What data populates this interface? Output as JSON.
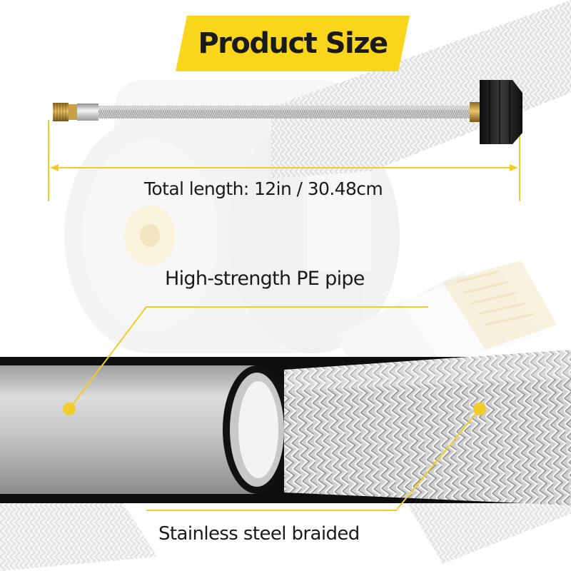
{
  "title": "Product Size",
  "measurement": {
    "label": "Total length: 12in / 30.48cm"
  },
  "callouts": [
    {
      "label": "High-strength PE pipe"
    },
    {
      "label": "Stainless steel braided"
    }
  ],
  "colors": {
    "accent_yellow": "#f9d51b",
    "text_dark": "#1a1a1a",
    "steel_light": "#e3e3e3",
    "steel_dark": "#8a8a8a",
    "fitting_black": "#1b1b1b",
    "brass": "#c9a045"
  }
}
